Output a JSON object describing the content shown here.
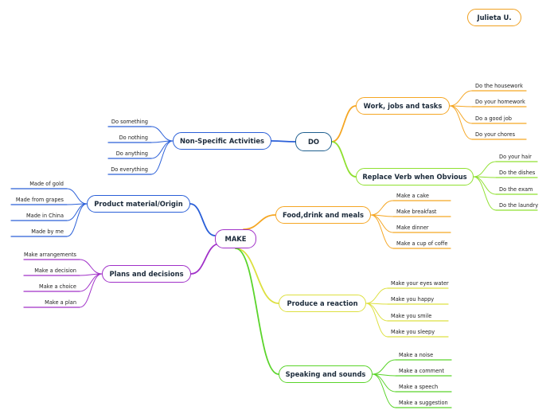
{
  "author": "Julieta U.",
  "colors": {
    "orange": "#f5a623",
    "lightgreen": "#8fe030",
    "blue": "#2a5fd8",
    "purple": "#a030c8",
    "yellow": "#dde040",
    "green": "#5ad42a",
    "navy": "#1f5f8f"
  },
  "roots": {
    "do": "DO",
    "make": "MAKE"
  },
  "branches": {
    "work": {
      "label": "Work, jobs and tasks",
      "items": [
        "Do the housework",
        "Do your homework",
        "Do a good job",
        "Do your chores"
      ]
    },
    "replace": {
      "label": "Replace Verb when Obvious",
      "items": [
        "Do your hair",
        "Do the dishes",
        "Do the exam",
        "Do the laundry"
      ]
    },
    "nonspecific": {
      "label": "Non-Specific Activities",
      "items": [
        "Do something",
        "Do nothing",
        "Do anything",
        "Do everything"
      ]
    },
    "product": {
      "label": "Product material/Origin",
      "items": [
        "Made of gold",
        "Made from grapes",
        "Made in China",
        "Made by me"
      ]
    },
    "plans": {
      "label": "Plans and decisions",
      "items": [
        "Make arrangements",
        "Make a decision",
        "Make a choice",
        "Make a plan"
      ]
    },
    "food": {
      "label": "Food,drink and meals",
      "items": [
        "Make a cake",
        "Make breakfast",
        "Make dinner",
        "Make a cup of coffe"
      ]
    },
    "reaction": {
      "label": "Produce a reaction",
      "items": [
        "Make your eyes water",
        "Make you happy",
        "Make you smile",
        "Make you sleepy"
      ]
    },
    "speaking": {
      "label": "Speaking and sounds",
      "items": [
        "Make a noise",
        "Make a comment",
        "Make a speech",
        "Make a suggestion"
      ]
    }
  }
}
